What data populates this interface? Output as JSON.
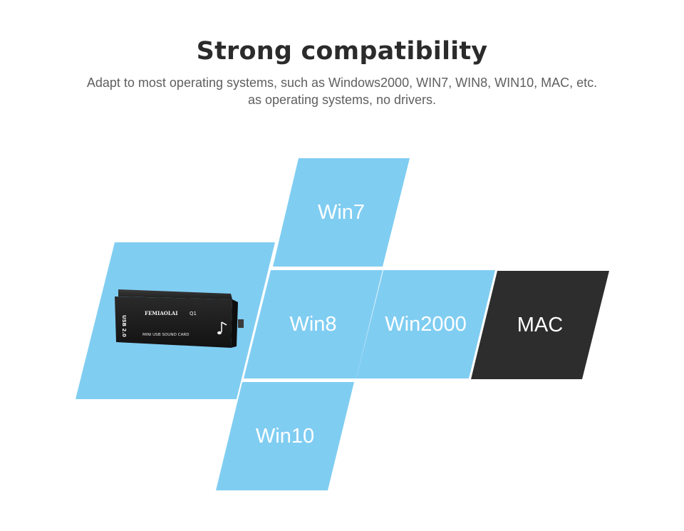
{
  "header": {
    "title": "Strong compatibility",
    "subtitle_line1": "Adapt to most operating systems, such as Windows2000, WIN7, WIN8, WIN10, MAC, etc.",
    "subtitle_line2": "as operating systems, no drivers."
  },
  "tiles": {
    "win7": "Win7",
    "win8": "Win8",
    "win2000": "Win2000",
    "mac": "MAC",
    "win10": "Win10"
  },
  "device": {
    "brand": "FEMIAOLAI",
    "model": "Q1",
    "caption": "MINI USB SOUND CARD",
    "side_label": "USB 2.0"
  },
  "colors": {
    "tile_blue": "#80cdf2",
    "tile_dark": "#2d2d2d",
    "title_text": "#2b2b2b",
    "subtitle_text": "#5f5f5f"
  }
}
